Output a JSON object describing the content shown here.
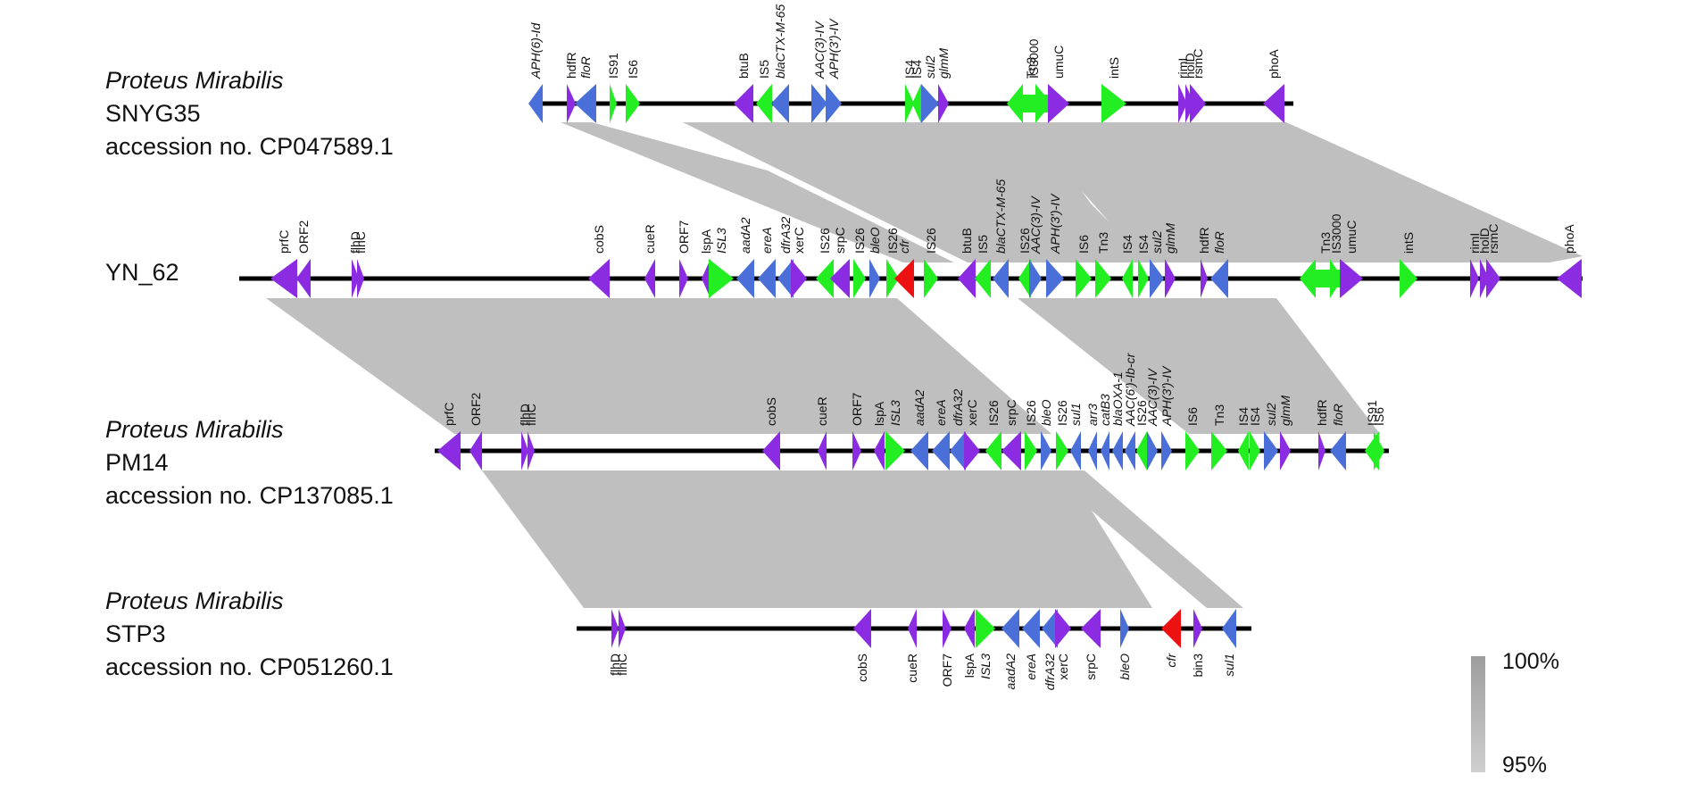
{
  "tracks": [
    {
      "key": "snyg",
      "species": "Proteus Mirabilis",
      "strain": "SNYG35",
      "accession": "accession no. CP047589.1",
      "genes": [
        {
          "name": "APH(6)-Id",
          "italic": true,
          "color": "blue",
          "dir": "L"
        },
        {
          "name": "hdfR",
          "color": "purple",
          "dir": "R"
        },
        {
          "name": "floR",
          "italic": true,
          "color": "blue",
          "dir": "L"
        },
        {
          "name": "IS91",
          "color": "green",
          "dir": "R"
        },
        {
          "name": "IS6",
          "color": "green",
          "dir": "R"
        },
        {
          "name": "btuB",
          "color": "purple",
          "dir": "L"
        },
        {
          "name": "IS5",
          "color": "green",
          "dir": "L"
        },
        {
          "name": "blaCTX-M-65",
          "italic": true,
          "color": "blue",
          "dir": "L"
        },
        {
          "name": "AAC(3)-IV",
          "italic": true,
          "color": "blue",
          "dir": "R"
        },
        {
          "name": "APH(3')-IV",
          "italic": true,
          "color": "blue",
          "dir": "R"
        },
        {
          "name": "IS4",
          "color": "green",
          "dir": "R"
        },
        {
          "name": "IS4",
          "color": "green",
          "dir": "L"
        },
        {
          "name": "sul2",
          "italic": true,
          "color": "blue",
          "dir": "R"
        },
        {
          "name": "glmM",
          "italic": true,
          "color": "purple",
          "dir": "R"
        },
        {
          "name": "Tn3",
          "color": "green",
          "dir": "L"
        },
        {
          "name": "IS3000",
          "color": "green",
          "dir": "R"
        },
        {
          "name": "umuC",
          "color": "purple",
          "dir": "R"
        },
        {
          "name": "intS",
          "color": "green",
          "dir": "R"
        },
        {
          "name": "rimI",
          "color": "purple",
          "dir": "R"
        },
        {
          "name": "holD",
          "color": "purple",
          "dir": "R"
        },
        {
          "name": "rsmC",
          "color": "purple",
          "dir": "R"
        },
        {
          "name": "phoA",
          "color": "purple",
          "dir": "L"
        }
      ]
    },
    {
      "key": "yn",
      "strain": "YN_62",
      "genes": [
        {
          "name": "prfC",
          "color": "purple",
          "dir": "L"
        },
        {
          "name": "ORF2",
          "color": "purple",
          "dir": "L"
        },
        {
          "name": "flhD",
          "color": "purple",
          "dir": "R"
        },
        {
          "name": "flhC",
          "color": "purple",
          "dir": "R"
        },
        {
          "name": "cobS",
          "color": "purple",
          "dir": "L"
        },
        {
          "name": "cueR",
          "color": "purple",
          "dir": "L"
        },
        {
          "name": "ORF7",
          "color": "purple",
          "dir": "R"
        },
        {
          "name": "lspA",
          "color": "purple",
          "dir": "L"
        },
        {
          "name": "ISL3",
          "italic": true,
          "color": "green",
          "dir": "R"
        },
        {
          "name": "aadA2",
          "italic": true,
          "color": "blue",
          "dir": "L"
        },
        {
          "name": "ereA",
          "italic": true,
          "color": "blue",
          "dir": "L"
        },
        {
          "name": "dfrA32",
          "italic": true,
          "color": "blue",
          "dir": "L"
        },
        {
          "name": "xerC",
          "color": "purple",
          "dir": "R"
        },
        {
          "name": "IS26",
          "color": "green",
          "dir": "L"
        },
        {
          "name": "srpC",
          "color": "purple",
          "dir": "L"
        },
        {
          "name": "IS26",
          "color": "green",
          "dir": "R"
        },
        {
          "name": "bleO",
          "italic": true,
          "color": "blue",
          "dir": "R"
        },
        {
          "name": "IS26",
          "color": "green",
          "dir": "R"
        },
        {
          "name": "cfr",
          "italic": true,
          "color": "red",
          "dir": "L"
        },
        {
          "name": "IS26",
          "color": "green",
          "dir": "R"
        },
        {
          "name": "btuB",
          "color": "purple",
          "dir": "L"
        },
        {
          "name": "IS5",
          "color": "green",
          "dir": "L"
        },
        {
          "name": "blaCTX-M-65",
          "italic": true,
          "color": "blue",
          "dir": "L"
        },
        {
          "name": "IS26",
          "color": "green",
          "dir": "L"
        },
        {
          "name": "AAC(3)-IV",
          "italic": true,
          "color": "blue",
          "dir": "R"
        },
        {
          "name": "APH(3')-IV",
          "italic": true,
          "color": "blue",
          "dir": "R"
        },
        {
          "name": "IS6",
          "color": "green",
          "dir": "R"
        },
        {
          "name": "Tn3",
          "color": "green",
          "dir": "R"
        },
        {
          "name": "IS4",
          "color": "green",
          "dir": "L"
        },
        {
          "name": "IS4",
          "color": "green",
          "dir": "R"
        },
        {
          "name": "sul2",
          "italic": true,
          "color": "blue",
          "dir": "R"
        },
        {
          "name": "glmM",
          "italic": true,
          "color": "purple",
          "dir": "R"
        },
        {
          "name": "hdfR",
          "color": "purple",
          "dir": "R"
        },
        {
          "name": "floR",
          "italic": true,
          "color": "blue",
          "dir": "L"
        },
        {
          "name": "Tn3",
          "color": "green",
          "dir": "L"
        },
        {
          "name": "IS3000",
          "color": "green",
          "dir": "R"
        },
        {
          "name": "umuC",
          "color": "purple",
          "dir": "R"
        },
        {
          "name": "intS",
          "color": "green",
          "dir": "R"
        },
        {
          "name": "rimI",
          "color": "purple",
          "dir": "R"
        },
        {
          "name": "holD",
          "color": "purple",
          "dir": "R"
        },
        {
          "name": "rsmC",
          "color": "purple",
          "dir": "R"
        },
        {
          "name": "phoA",
          "color": "purple",
          "dir": "L"
        }
      ]
    },
    {
      "key": "pm14",
      "species": "Proteus Mirabilis",
      "strain": "PM14",
      "accession": "accession no. CP137085.1",
      "genes": [
        {
          "name": "prfC",
          "color": "purple",
          "dir": "L"
        },
        {
          "name": "ORF2",
          "color": "purple",
          "dir": "L"
        },
        {
          "name": "flhD",
          "color": "purple",
          "dir": "R"
        },
        {
          "name": "flhC",
          "color": "purple",
          "dir": "R"
        },
        {
          "name": "cobS",
          "color": "purple",
          "dir": "L"
        },
        {
          "name": "cueR",
          "color": "purple",
          "dir": "L"
        },
        {
          "name": "ORF7",
          "color": "purple",
          "dir": "R"
        },
        {
          "name": "lspA",
          "color": "purple",
          "dir": "L"
        },
        {
          "name": "ISL3",
          "italic": true,
          "color": "green",
          "dir": "R"
        },
        {
          "name": "aadA2",
          "italic": true,
          "color": "blue",
          "dir": "L"
        },
        {
          "name": "ereA",
          "italic": true,
          "color": "blue",
          "dir": "L"
        },
        {
          "name": "dfrA32",
          "italic": true,
          "color": "blue",
          "dir": "L"
        },
        {
          "name": "xerC",
          "color": "purple",
          "dir": "R"
        },
        {
          "name": "IS26",
          "color": "green",
          "dir": "L"
        },
        {
          "name": "srpC",
          "color": "purple",
          "dir": "L"
        },
        {
          "name": "IS26",
          "color": "green",
          "dir": "R"
        },
        {
          "name": "bleO",
          "italic": true,
          "color": "blue",
          "dir": "R"
        },
        {
          "name": "IS26",
          "color": "green",
          "dir": "R"
        },
        {
          "name": "sul1",
          "italic": true,
          "color": "blue",
          "dir": "L"
        },
        {
          "name": "arr3",
          "italic": true,
          "color": "blue",
          "dir": "L"
        },
        {
          "name": "catB3",
          "italic": true,
          "color": "blue",
          "dir": "L"
        },
        {
          "name": "blaOXA-1",
          "italic": true,
          "color": "blue",
          "dir": "L"
        },
        {
          "name": "AAC(6')-Ib-cr",
          "italic": true,
          "color": "blue",
          "dir": "L"
        },
        {
          "name": "IS26",
          "color": "green",
          "dir": "L"
        },
        {
          "name": "AAC(3)-IV",
          "italic": true,
          "color": "blue",
          "dir": "R"
        },
        {
          "name": "APH(3')-IV",
          "italic": true,
          "color": "blue",
          "dir": "R"
        },
        {
          "name": "IS6",
          "color": "green",
          "dir": "R"
        },
        {
          "name": "Tn3",
          "color": "green",
          "dir": "R"
        },
        {
          "name": "IS4",
          "color": "green",
          "dir": "L"
        },
        {
          "name": "IS4",
          "color": "green",
          "dir": "R"
        },
        {
          "name": "sul2",
          "italic": true,
          "color": "blue",
          "dir": "R"
        },
        {
          "name": "glmM",
          "italic": true,
          "color": "purple",
          "dir": "R"
        },
        {
          "name": "hdfR",
          "color": "purple",
          "dir": "R"
        },
        {
          "name": "floR",
          "italic": true,
          "color": "blue",
          "dir": "L"
        },
        {
          "name": "IS91",
          "color": "green",
          "dir": "L"
        },
        {
          "name": "IS6",
          "color": "green",
          "dir": "R"
        }
      ]
    },
    {
      "key": "stp3",
      "species": "Proteus Mirabilis",
      "strain": "STP3",
      "accession": "accession no. CP051260.1",
      "genes": [
        {
          "name": "flhD",
          "color": "purple",
          "dir": "R"
        },
        {
          "name": "flhC",
          "color": "purple",
          "dir": "R"
        },
        {
          "name": "cobS",
          "color": "purple",
          "dir": "L"
        },
        {
          "name": "cueR",
          "color": "purple",
          "dir": "L"
        },
        {
          "name": "ORF7",
          "color": "purple",
          "dir": "R"
        },
        {
          "name": "lspA",
          "color": "purple",
          "dir": "L"
        },
        {
          "name": "ISL3",
          "italic": true,
          "color": "green",
          "dir": "R"
        },
        {
          "name": "aadA2",
          "italic": true,
          "color": "blue",
          "dir": "L"
        },
        {
          "name": "ereA",
          "italic": true,
          "color": "blue",
          "dir": "L"
        },
        {
          "name": "dfrA32",
          "italic": true,
          "color": "blue",
          "dir": "L"
        },
        {
          "name": "xerC",
          "color": "purple",
          "dir": "R"
        },
        {
          "name": "srpC",
          "color": "purple",
          "dir": "L"
        },
        {
          "name": "bleO",
          "italic": true,
          "color": "blue",
          "dir": "R"
        },
        {
          "name": "cfr",
          "italic": true,
          "color": "red",
          "dir": "L"
        },
        {
          "name": "bin3",
          "color": "purple",
          "dir": "R"
        },
        {
          "name": "sul1",
          "italic": true,
          "color": "blue",
          "dir": "L"
        }
      ]
    }
  ],
  "legend": {
    "high": "100%",
    "low": "95%"
  },
  "colors": {
    "purple": "#8b2be2",
    "blue": "#4a6fd8",
    "green": "#22ee22",
    "red": "#ee1111",
    "backbone": "#000000",
    "homology": "#b4b4b4"
  }
}
